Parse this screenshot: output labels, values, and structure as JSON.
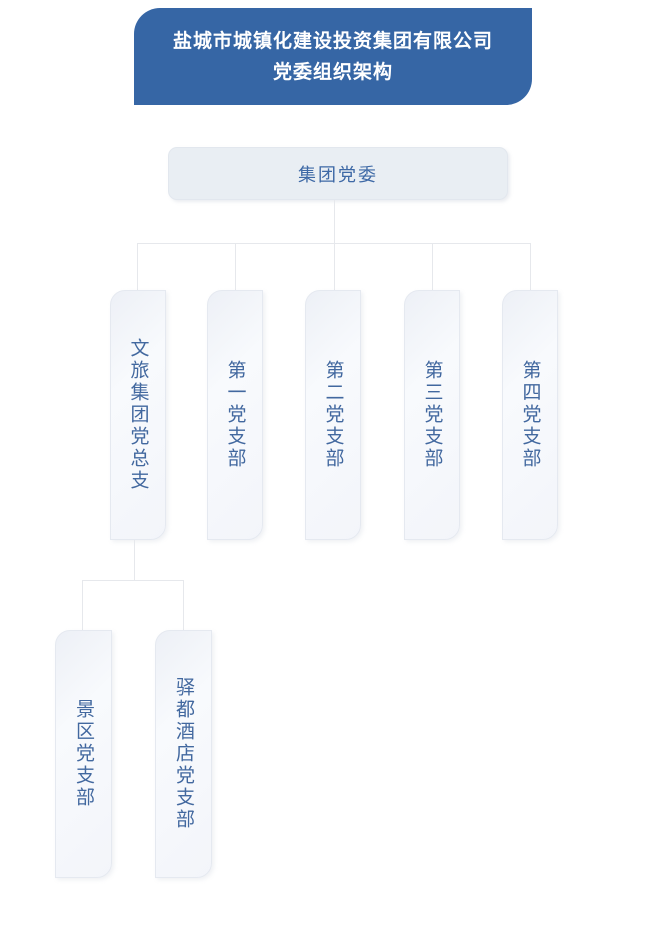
{
  "title": {
    "line1": "盐城市城镇化建设投资集团有限公司",
    "line2": "党委组织架构"
  },
  "org": {
    "root": {
      "label": "集团党委"
    },
    "branches": [
      {
        "label": "文旅集团党总支",
        "children": [
          {
            "label": "景区党支部"
          },
          {
            "label": "驿都酒店党支部"
          }
        ]
      },
      {
        "label": "第一党支部"
      },
      {
        "label": "第二党支部"
      },
      {
        "label": "第三党支部"
      },
      {
        "label": "第四党支部"
      }
    ]
  },
  "colors": {
    "title_bg": "#3666a5",
    "title_text": "#ffffff",
    "root_node_bg": "#e9eef3",
    "node_bg": "#f5f7fa",
    "node_text": "#42689f",
    "connector": "#e6e8ec",
    "canvas_bg": "#ffffff"
  }
}
